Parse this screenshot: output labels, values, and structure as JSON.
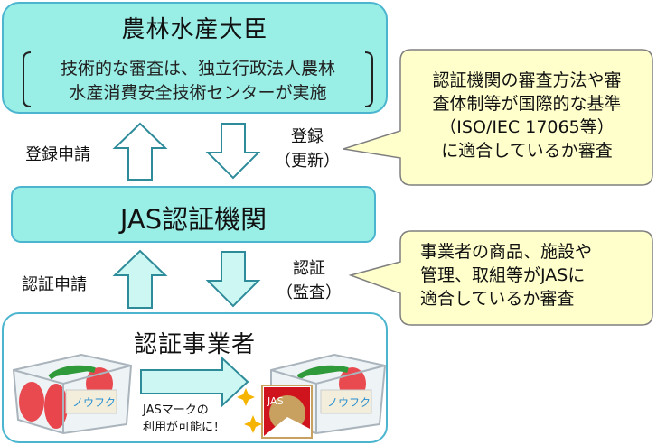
{
  "top_box": {
    "title": "農林水産大臣",
    "note_line1": "技術的な審査は、独立行政法人農林",
    "note_line2": "水産消費安全技術センターが実施"
  },
  "upper_arrows": {
    "left_label": "登録申請",
    "right_label_line1": "登録",
    "right_label_line2": "（更新）"
  },
  "callout_top": {
    "lines": [
      "認証機関の審査方法や審",
      "査体制等が国際的な基準",
      "（ISO/IEC 17065等）",
      "に適合しているか審査"
    ]
  },
  "middle_box": {
    "title": "JAS認証機関"
  },
  "lower_arrows": {
    "left_label": "認証申請",
    "right_label_line1": "認証",
    "right_label_line2": "（監査）"
  },
  "callout_bottom": {
    "lines": [
      "事業者の商品、施設や",
      "管理、取組等がJASに",
      "適合しているか審査"
    ]
  },
  "bottom_box": {
    "title": "認証事業者",
    "package_label": "ノウフク",
    "mark_text": "JAS",
    "caption_line1": "JASマークの",
    "caption_line2": "利用が可能に！"
  },
  "colors": {
    "box_fill": "#99EEE6",
    "box_border": "#4BB5CF",
    "arrow_border": "#2E8B9A",
    "arrow_fill_lower": "#CDF7F2",
    "callout_fill": "#FFFFCC",
    "callout_border": "#7F7F7F",
    "jas_red": "#D0141E",
    "jas_gold": "#C8A060"
  }
}
